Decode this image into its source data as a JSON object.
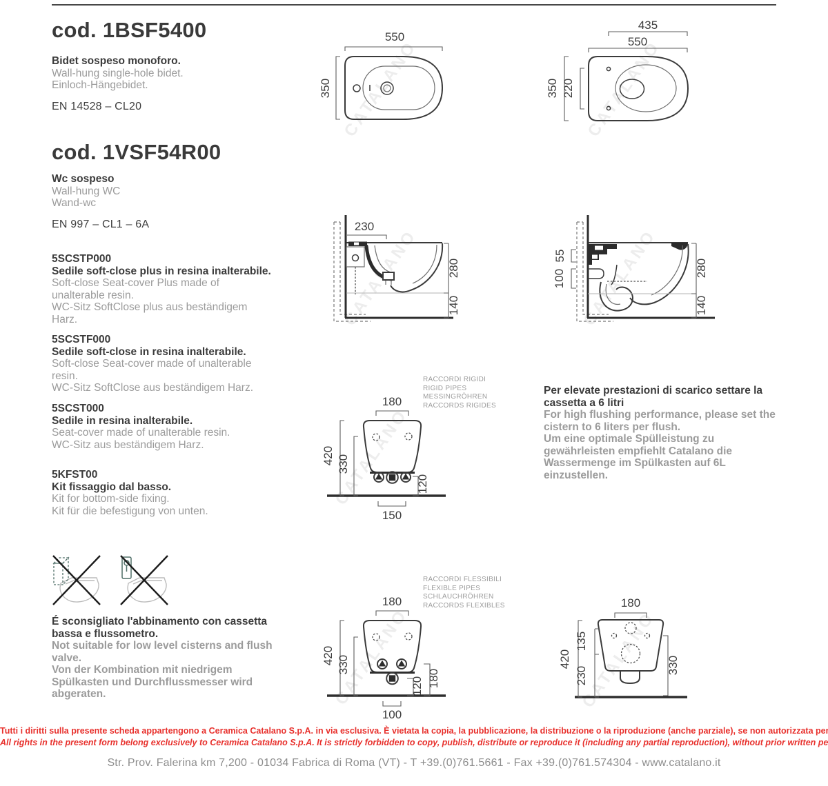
{
  "watermark": "CATALANO",
  "colors": {
    "accent_red": "#e8312d",
    "text_dark": "#3b3b3b",
    "text_gray": "#9b9b9b",
    "icon_green": "#4e6e67"
  },
  "products": [
    {
      "code": "cod. 1BSF5400",
      "it": "Bidet sospeso monoforo.",
      "en": "Wall-hung single-hole bidet.",
      "de": "Einloch-Hängebidet.",
      "norm": "EN 14528 – CL20"
    },
    {
      "code": "cod. 1VSF54R00",
      "it": "Wc sospeso",
      "en": "Wall-hung WC",
      "de": "Wand-wc",
      "norm": "EN 997 – CL1 – 6A"
    }
  ],
  "accessories": [
    {
      "code": "5SCSTP000",
      "it": "Sedile soft-close plus in resina inalterabile.",
      "en": "Soft-close Seat-cover Plus made of\nunalterable resin.",
      "de": "WC-Sitz SoftClose plus aus beständigem\nHarz."
    },
    {
      "code": "5SCSTF000",
      "it": "Sedile soft-close in resina inalterabile.",
      "en": "Soft-close Seat-cover made of unalterable\nresin.",
      "de": "WC-Sitz SoftClose aus beständigem Harz."
    },
    {
      "code": "5SCST000",
      "it": "Sedile in resina inalterabile.",
      "en": "Seat-cover made of unalterable resin.",
      "de": "WC-Sitz aus beständigem Harz."
    },
    {
      "code": "5KFST00",
      "it": "Kit fissaggio dal basso.",
      "en": "Kit for bottom-side fixing.",
      "de": "Kit für die befestigung von unten."
    }
  ],
  "warning": {
    "it": "É sconsigliato l'abbinamento con cassetta\nbassa e flussometro.",
    "en": "Not suitable for low level cisterns and flush\nvalve.",
    "de": "Von der Kombination mit niedrigem\nSpülkasten und Durchflussmesser wird\nabgeraten."
  },
  "flush_note": {
    "it": "Per elevate prestazioni di scarico settare la\ncassetta a 6 litri",
    "en": "For high flushing performance, please set the\ncistern to 6 liters per flush.",
    "de": "Um eine optimale Spülleistung zu\ngewährleisten empfiehlt Catalano die\nWassermenge im Spülkasten auf 6L\neinzustellen."
  },
  "pipe_captions": {
    "rigid": [
      "RACCORDI RIGIDI",
      "RIGID PIPES",
      "MESSINGRÖHREN",
      "RACCORDS RIGIDES"
    ],
    "flexible": [
      "RACCORDI FLESSIBILI",
      "FLEXIBLE PIPES",
      "SCHLAUCHRÖHREN",
      "RACCORDS FLEXIBLES"
    ]
  },
  "dims": {
    "bidet_top": {
      "width": "550",
      "depth": "350"
    },
    "wc_top": {
      "seat": "435",
      "width": "550",
      "depth": "350",
      "inner": "220"
    },
    "bidet_side": {
      "proj": "230",
      "h_upper": "280",
      "h_lower": "140"
    },
    "wc_side": {
      "a": "55",
      "b": "100",
      "h_upper": "280",
      "h_lower": "140"
    },
    "rigid": {
      "centers": "180",
      "h_total": "420",
      "h_holes": "330",
      "h_conn": "120",
      "drain": "150"
    },
    "flex": {
      "centers": "180",
      "h_total": "420",
      "h_holes": "330",
      "h_drain": "120",
      "h_water": "180",
      "drain": "100"
    },
    "wc_rear": {
      "centers": "180",
      "h_total": "420",
      "h_top": "135",
      "h_mid": "230",
      "h_holes": "330"
    }
  },
  "footer": {
    "rights_it": "Tutti i diritti sulla presente scheda appartengono a Ceramica Catalano S.p.A. in via esclusiva. È vietata la copia, la pubblicazione, la distribuzione o la riproduzione (anche parziale), se non autorizzata per iscritto",
    "rights_en": "All rights in the present form belong exclusively to Ceramica Catalano S.p.A. It is strictly forbidden to copy, publish, distribute or reproduce it (including any partial reproduction), without prior written permission",
    "address": "Str. Prov. Falerina km 7,200 - 01034 Fabrica di Roma (VT) - T +39.(0)761.5661 - Fax +39.(0)761.574304 - www.catalano.it"
  }
}
